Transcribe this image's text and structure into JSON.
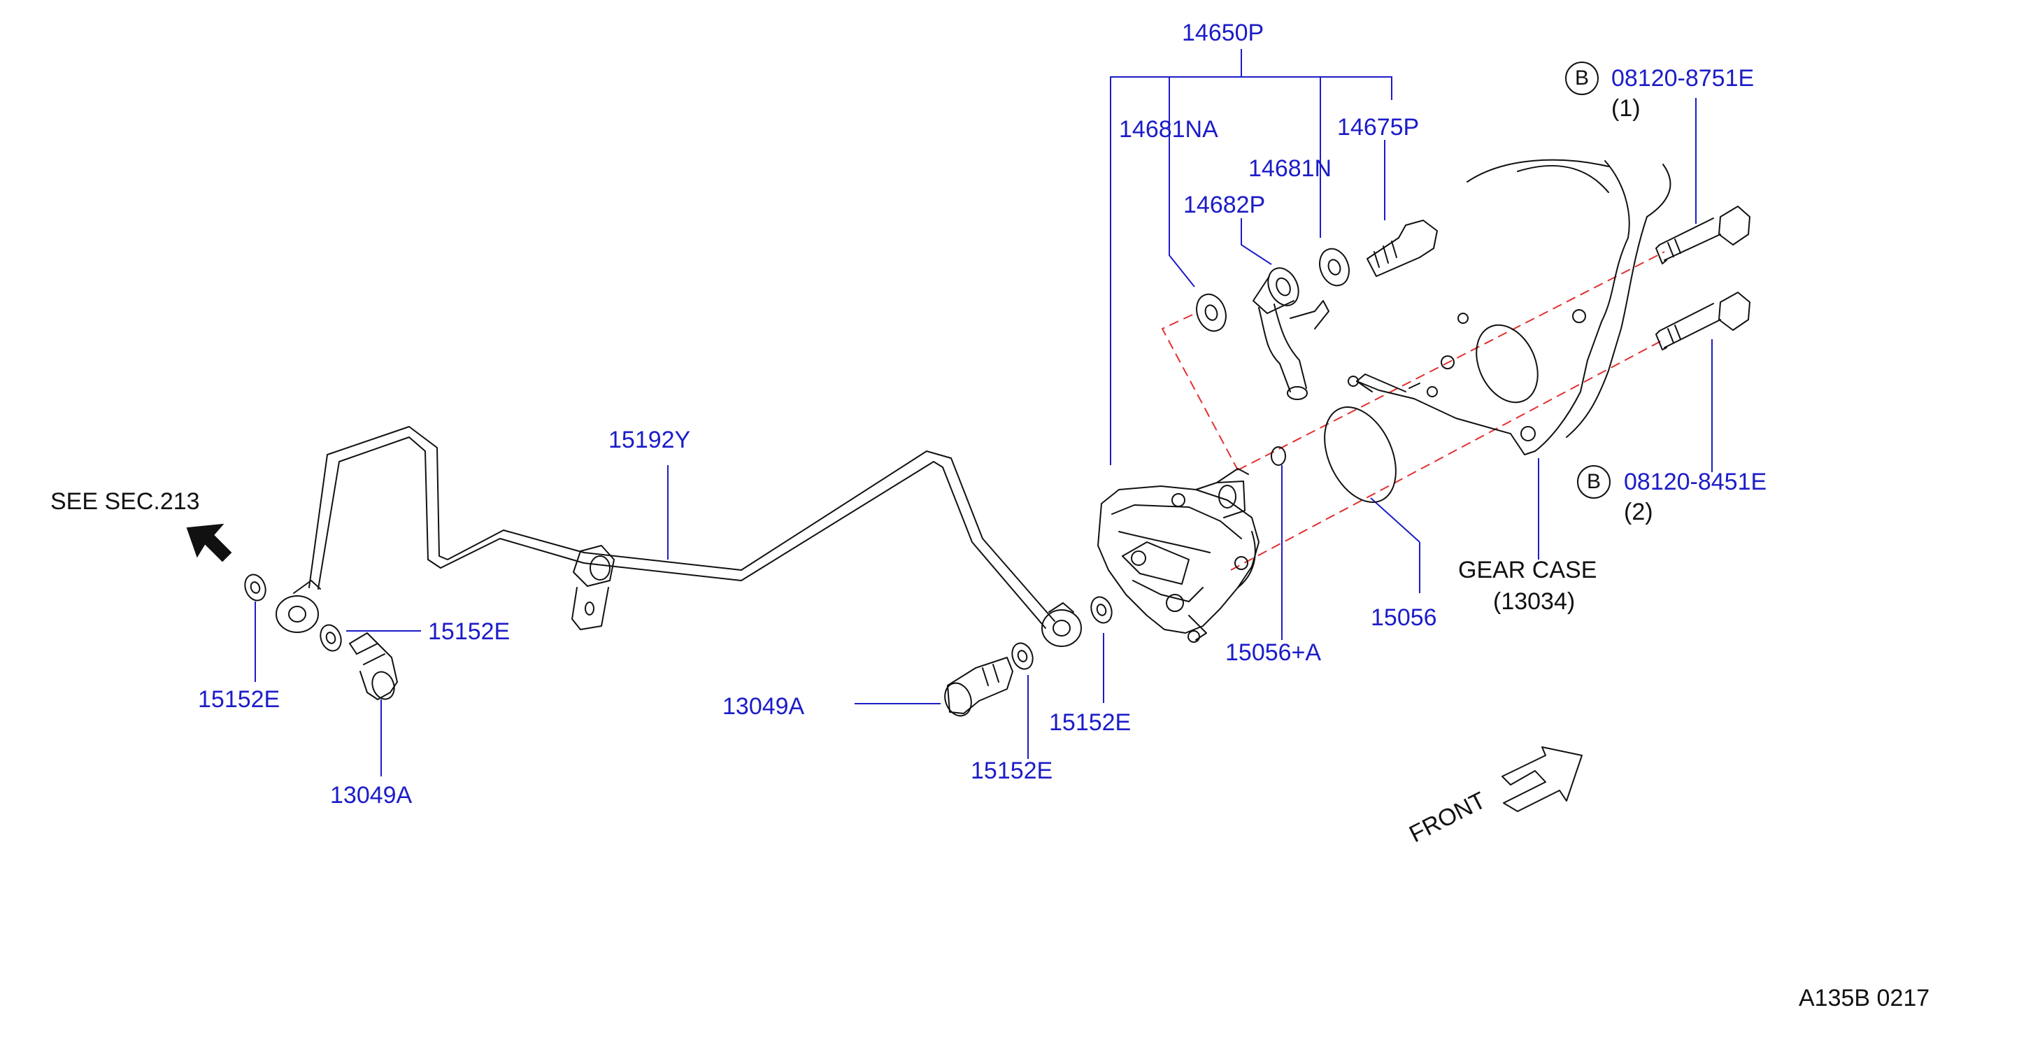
{
  "labels": {
    "p14650P": "14650P",
    "p14681NA": "14681NA",
    "p14675P": "14675P",
    "p14681N": "14681N",
    "p14682P": "14682P",
    "p15192Y": "15192Y",
    "p15152E_a": "15152E",
    "p15152E_b": "15152E",
    "p15152E_c": "15152E",
    "p15152E_d": "15152E",
    "p13049A_a": "13049A",
    "p13049A_b": "13049A",
    "p15056A": "15056+A",
    "p15056": "15056",
    "bolt1_part": "08120-8751E",
    "bolt1_qty": "(1)",
    "bolt2_part": "08120-8451E",
    "bolt2_qty": "(2)",
    "bolt_badge_1": "B",
    "bolt_badge_2": "B",
    "gear_case": "GEAR   CASE",
    "gear_case_num": "(13034)",
    "see_sec": "SEE   SEC.213",
    "front": "FRONT",
    "diagram_code": "A135B   0217"
  },
  "colors": {
    "part_number": "#1c1cc8",
    "leader_line": "#1c1cc8",
    "drawing": "#111111",
    "phantom_line": "#e23030"
  }
}
